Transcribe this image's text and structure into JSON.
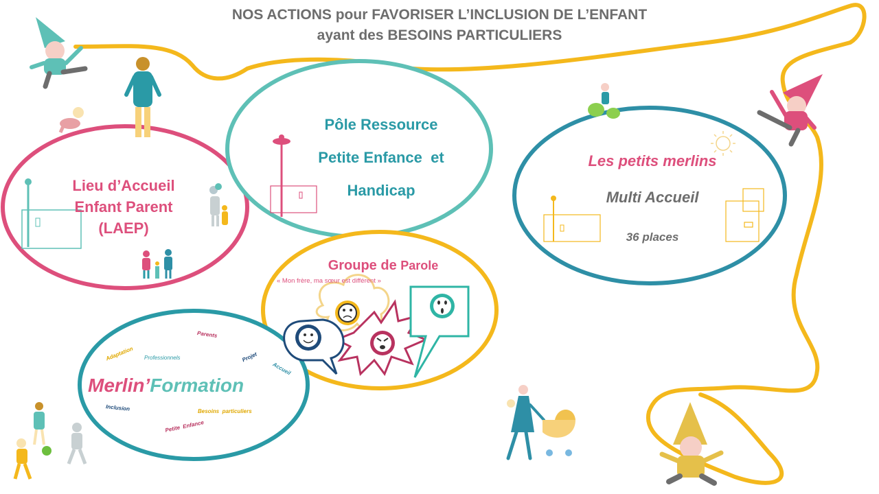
{
  "title": {
    "line1": "NOS ACTIONS pour FAVORISER L’INCLUSION DE L’ENFANT",
    "line2": "ayant des BESOINS PARTICULIERS"
  },
  "laep": {
    "line1": "Lieu d’Accueil",
    "line2": "Enfant Parent",
    "line3": "(LAEP)"
  },
  "pole": {
    "line1": "Pôle Ressource",
    "line2": "Petite Enfance  et",
    "line3": "Handicap"
  },
  "merlins": {
    "name": "Les petits merlins",
    "type": "Multi Accueil",
    "places": "36 places"
  },
  "parole": {
    "title_a": "Groupe de ",
    "title_b": "Parole",
    "subtitle": "« Mon frère, ma sœur est différent »"
  },
  "formation": {
    "part1": "Merlin",
    "apostrophe": "’",
    "part2": "Formation",
    "words": [
      "Parents",
      "Adaptation",
      "Professionnels",
      "Projet",
      "Accueil",
      "Inclusion",
      "Besoins  particuliers",
      "Petite  Enfance"
    ]
  },
  "colors": {
    "pink": "#dd4f7c",
    "teal": "#2a9aa6",
    "teal_light": "#5ec0b6",
    "blue": "#2e8fa6",
    "yellow": "#f4b81c",
    "grey": "#6d6d6d"
  }
}
